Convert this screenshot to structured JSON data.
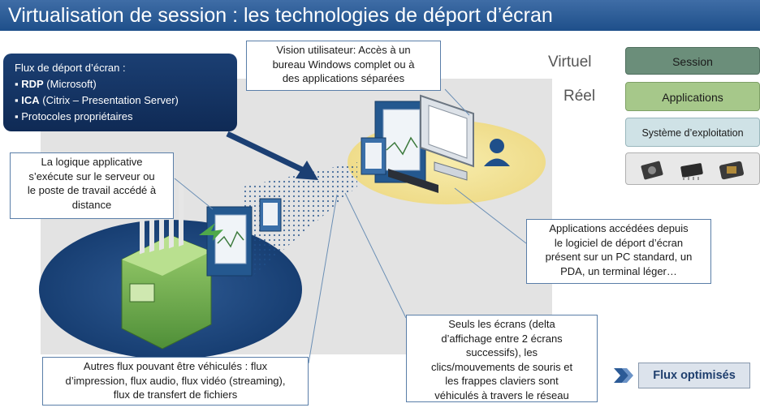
{
  "title": "Virtualisation de session : les technologies de déport d’écran",
  "flux_box": {
    "heading": "Flux de déport d’écran :",
    "items": [
      {
        "bold": "RDP",
        "rest": " (Microsoft)"
      },
      {
        "bold": "ICA",
        "rest": " (Citrix – Presentation Server)"
      },
      {
        "bold": "",
        "rest": "Protocoles propriétaires"
      }
    ]
  },
  "callouts": {
    "vision": [
      "Vision utilisateur: Accès à un",
      "bureau Windows complet ou à",
      "des applications séparées"
    ],
    "logique": [
      "La logique applicative",
      "s’exécute sur le serveur ou",
      "le poste de travail accédé à",
      "distance"
    ],
    "applications": [
      "Applications accédées depuis",
      "le logiciel de déport d’écran",
      "présent sur un PC standard, un",
      "PDA, un terminal léger…"
    ],
    "autres": [
      "Autres flux pouvant être véhiculés : flux",
      "d’impression, flux audio, flux vidéo (streaming),",
      "flux de transfert de fichiers"
    ],
    "seuls": [
      "Seuls les écrans (delta",
      "d’affichage entre 2 écrans",
      "successifs), les",
      "clics/mouvements de souris et",
      "les frappes claviers sont",
      "véhiculés à travers le réseau"
    ]
  },
  "layers": {
    "virtuel_label": "Virtuel",
    "reel_label": "Réel",
    "session": "Session",
    "applications": "Applications",
    "systeme": "Système d’exploitation",
    "colors": {
      "session": "#6b8e7a",
      "applications": "#a6c88a",
      "systeme": "#cfe2e6",
      "hardware": "#e8e8e8"
    }
  },
  "flux_optimises": "Flux optimisés",
  "icons": [
    "server-icon",
    "window-icon",
    "monitor-icon",
    "user-icon",
    "arrow-icon",
    "hard-drive-icon",
    "chip-icon",
    "processor-icon",
    "chevron-double-icon"
  ]
}
